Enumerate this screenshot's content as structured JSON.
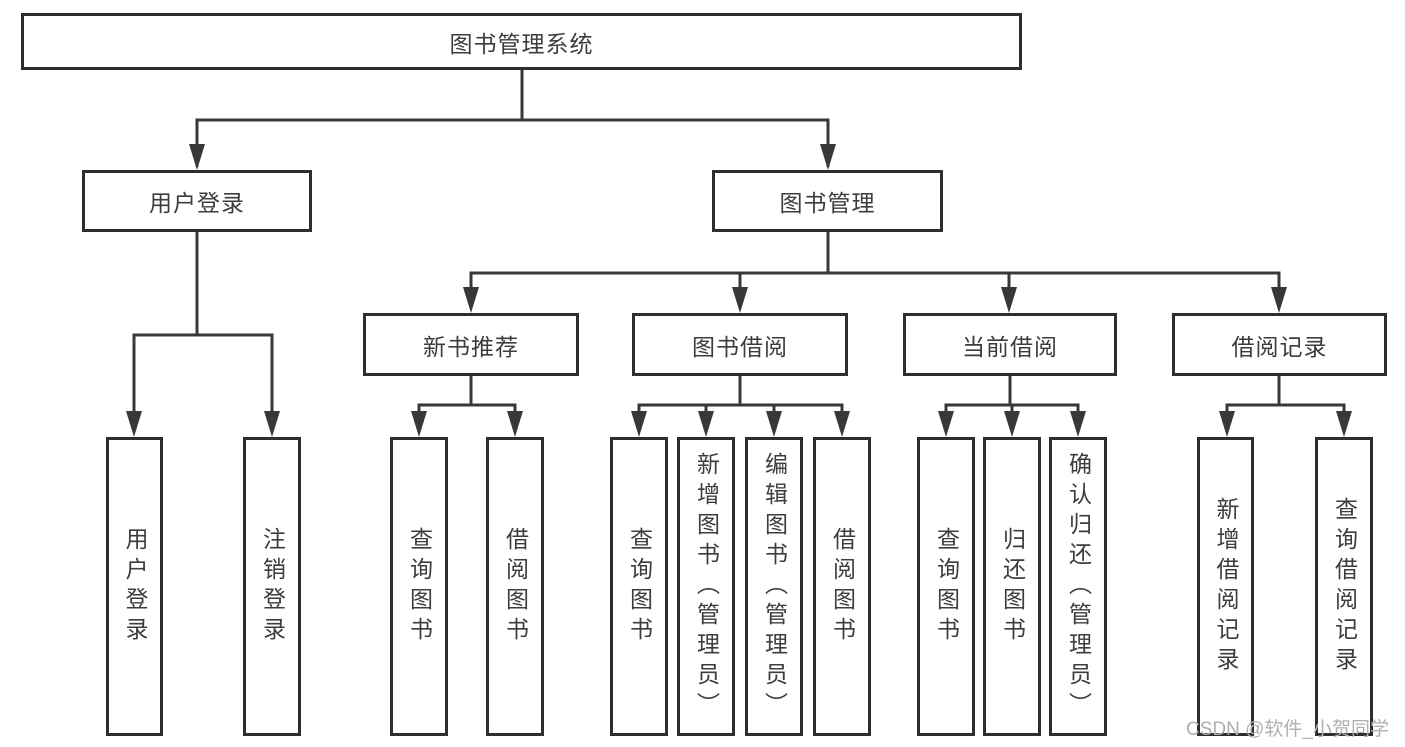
{
  "diagram": {
    "root": {
      "label": "图书管理系统"
    },
    "branches": [
      {
        "label": "用户登录",
        "children": [
          {
            "label": "用户登录"
          },
          {
            "label": "注销登录"
          }
        ]
      },
      {
        "label": "图书管理",
        "children": [
          {
            "label": "新书推荐",
            "children": [
              {
                "label": "查询图书"
              },
              {
                "label": "借阅图书"
              }
            ]
          },
          {
            "label": "图书借阅",
            "children": [
              {
                "label": "查询图书"
              },
              {
                "label": "新增图书（管理员）"
              },
              {
                "label": "编辑图书（管理员）"
              },
              {
                "label": "借阅图书"
              }
            ]
          },
          {
            "label": "当前借阅",
            "children": [
              {
                "label": "查询图书"
              },
              {
                "label": "归还图书"
              },
              {
                "label": "确认归还（管理员）"
              }
            ]
          },
          {
            "label": "借阅记录",
            "children": [
              {
                "label": "新增借阅记录"
              },
              {
                "label": "查询借阅记录"
              }
            ]
          }
        ]
      }
    ]
  },
  "watermark": {
    "text": "CSDN @软件_小贺同学"
  },
  "colors": {
    "line": "#383838",
    "box_border": "#2e2e2e",
    "text": "#3d3d3d",
    "watermark": "#b0b0b0",
    "background": "#ffffff"
  }
}
